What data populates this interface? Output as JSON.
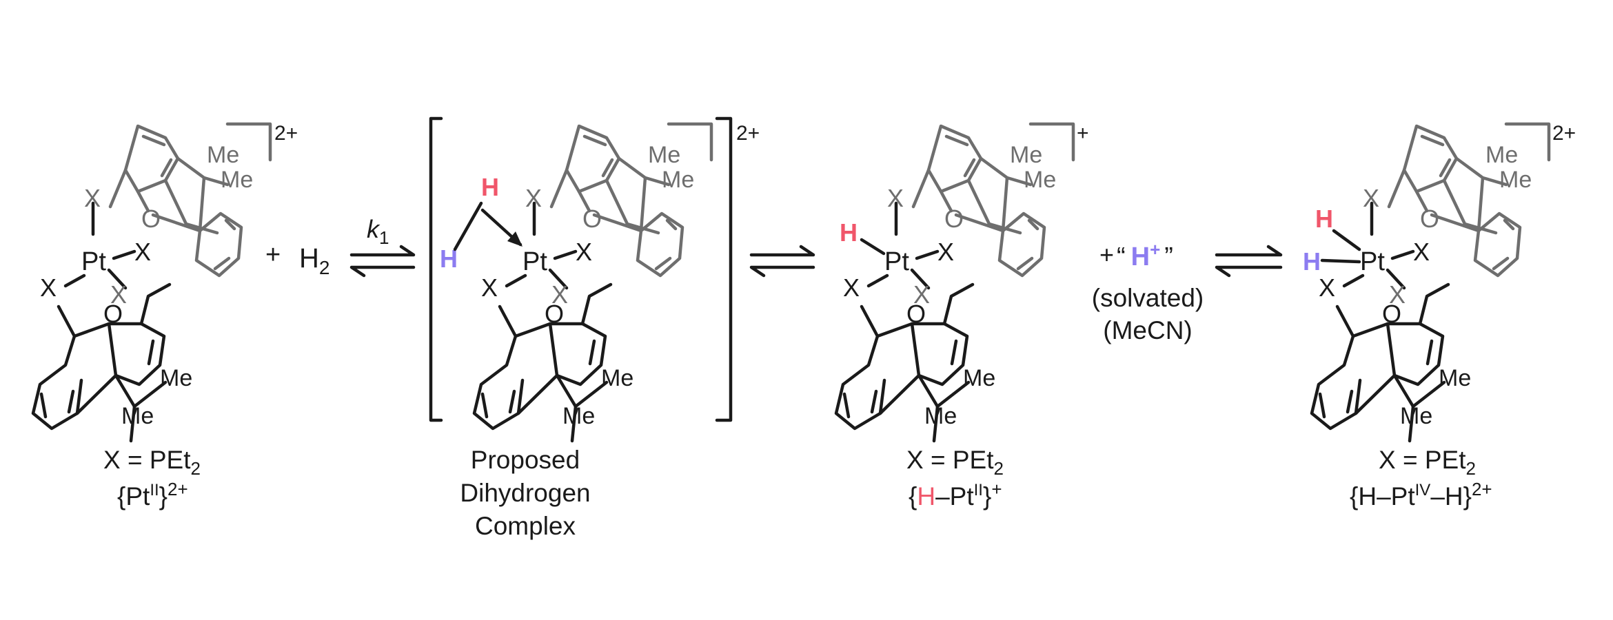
{
  "colors": {
    "black": "#1a1a1a",
    "gray": "#6e6e6e",
    "red_h": "#f0566a",
    "blue_h": "#8c7cf0"
  },
  "atoms": {
    "pt": "Pt",
    "x": "X",
    "o": "O",
    "me": "Me",
    "h": "H"
  },
  "reaction": {
    "plus": "+",
    "h2_main": "H",
    "h2_sub": "2",
    "k_label": "k",
    "k_sub": "1",
    "proton_open": "“",
    "proton_h": "H",
    "proton_charge": "+",
    "proton_close": "”",
    "solvated": "(solvated)",
    "solvent": "(MeCN)"
  },
  "compounds": [
    {
      "charge": "2+",
      "caption_line1_pre": "X = PEt",
      "caption_line1_sub": "2",
      "caption_line2_parts": [
        "{Pt",
        "II",
        "}",
        "2+"
      ]
    },
    {
      "charge": "2+",
      "caption_lines": [
        "Proposed",
        "Dihydrogen",
        "Complex"
      ]
    },
    {
      "charge": "+",
      "caption_line1_pre": "X = PEt",
      "caption_line1_sub": "2",
      "caption_line2_parts": [
        "{",
        "H",
        "–Pt",
        "II",
        "}",
        "+"
      ]
    },
    {
      "charge": "2+",
      "caption_line1_pre": "X = PEt",
      "caption_line1_sub": "2",
      "caption_line2_parts": [
        "{H–Pt",
        "IV",
        "–H}",
        "2+"
      ]
    }
  ]
}
